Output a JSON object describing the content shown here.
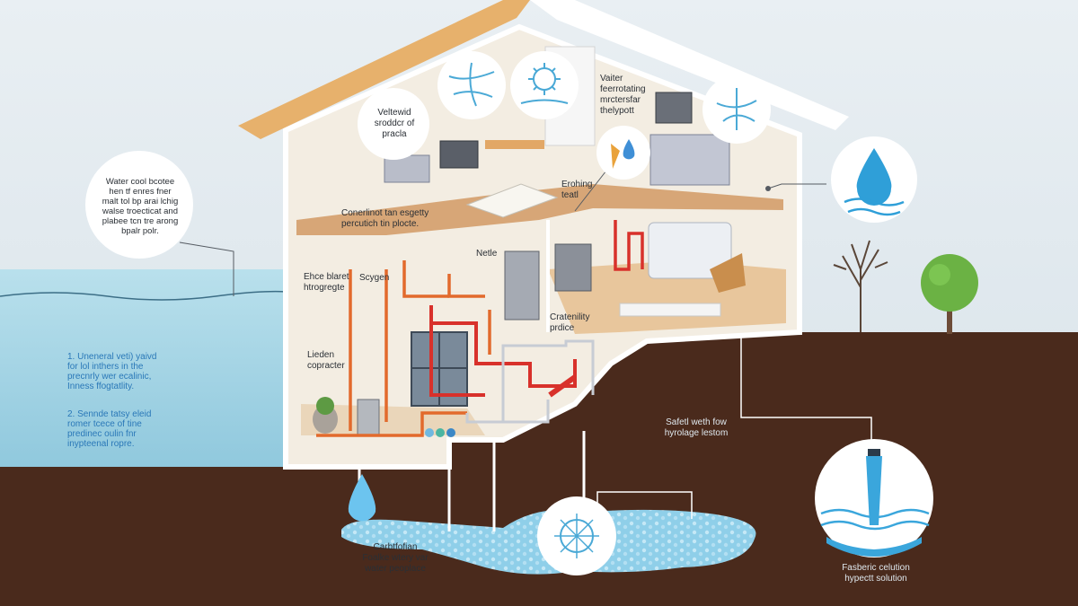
{
  "labels": {
    "callout_left": "Water cool bcotee\nhen tf enres fner\nmalt tol bp arai lchig\nwalse troecticat and\nplabee tcn tre arong\nbpalr polr.",
    "note_1": "1. Uneneral veti) yaivd\nfor lol inthers in the\nprecnrly wer ecalinic,\nInness ffogtatlity.",
    "note_2": "2. Sennde tatsy eleid\nromer tcece of tine\npredinec oulin fnr\ninypteenal ropre.",
    "attic_label": "Veltewid\nsroddcr of\npracla",
    "water_label": "Vaiter\nfeerrotating\nmrctersfar\nthelypott",
    "floor_label": "Conerlinot tan esgetty\npercutich tin plocte.",
    "eroling_label": "Erohing\nteatl",
    "nettle_label": "Netle",
    "gas_label": "Ehce blaret\nhtrogregte",
    "scygen_label": "Scygen",
    "leiden_label": "Lieden\ncopracter",
    "creativity_label": "Cratenility\nprdice",
    "soil_label": "Safetl weth fow\nhyrolage lestom",
    "pool_label": "Carbtfofian\nFoalke wtery var\nwater peoplace",
    "solution_label": "Fasberic celution\nhypectt solution"
  },
  "colors": {
    "sky": "#dfe8ee",
    "water": "#aed8e6",
    "soil": "#4a2a1c",
    "wall": "#f3ede2",
    "roof": "#e7b16c",
    "floor": "#d7a677",
    "pipe_hot": "#d8312b",
    "pipe_warm": "#e26a2c",
    "accent_blue": "#2f9fd8"
  },
  "icons": [
    "water-drop-icon",
    "bacteria-icon",
    "tree-icon",
    "bare-tree-icon",
    "faucet-icon",
    "water-waves-icon"
  ]
}
